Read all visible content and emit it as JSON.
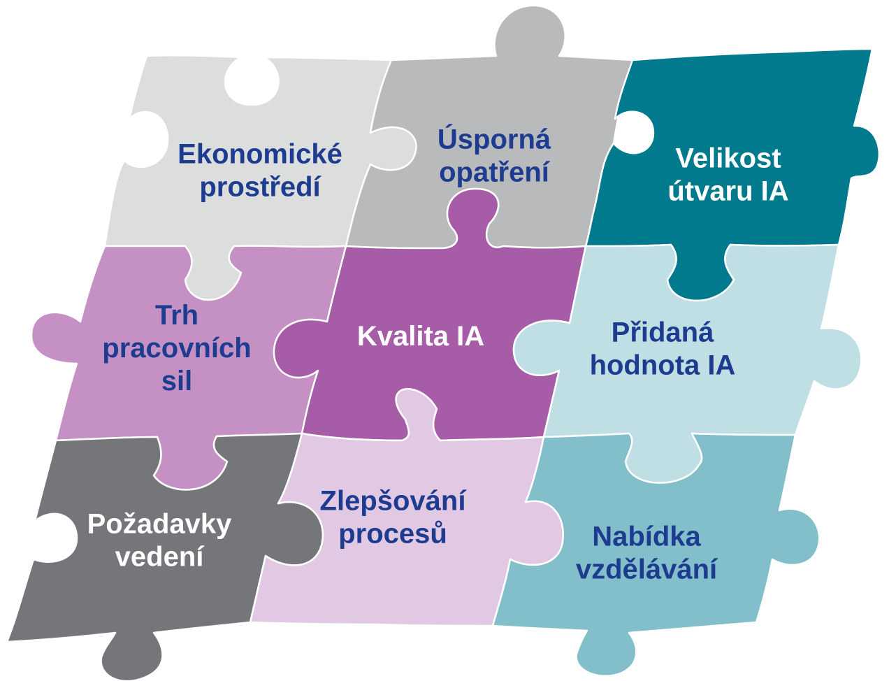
{
  "pieces": [
    {
      "id": "piece-ekonomicke-prostredi",
      "lines": [
        "Ekonomické",
        "prostředí"
      ],
      "fill": "#dcdddd",
      "text_color": "#1d3c8f"
    },
    {
      "id": "piece-usporna-opatreni",
      "lines": [
        "Úsporná",
        "opatření"
      ],
      "fill": "#b9babc",
      "text_color": "#1d3c8f"
    },
    {
      "id": "piece-velikost-utvaru-ia",
      "lines": [
        "Velikost",
        "útvaru IA"
      ],
      "fill": "#007a8c",
      "text_color": "#ffffff"
    },
    {
      "id": "piece-trh-pracovnich-sil",
      "lines": [
        "Trh",
        "pracovních",
        "sil"
      ],
      "fill": "#c591c4",
      "text_color": "#1d3c8f"
    },
    {
      "id": "piece-kvalita-ia",
      "lines": [
        "Kvalita IA"
      ],
      "fill": "#a75ca7",
      "text_color": "#ffffff"
    },
    {
      "id": "piece-pridana-hodnota-ia",
      "lines": [
        "Přidaná",
        "hodnota IA"
      ],
      "fill": "#c0dfe4",
      "text_color": "#1d3c8f"
    },
    {
      "id": "piece-pozadavky-vedeni",
      "lines": [
        "Požadavky",
        "vedení"
      ],
      "fill": "#757679",
      "text_color": "#ffffff"
    },
    {
      "id": "piece-zlepsovani-procesu",
      "lines": [
        "Zlepšování",
        "procesů"
      ],
      "fill": "#e2c9e3",
      "text_color": "#1d3c8f"
    },
    {
      "id": "piece-nabidka-vzdelavani",
      "lines": [
        "Nabídka",
        "vzdělávání"
      ],
      "fill": "#83bfcb",
      "text_color": "#1d3c8f"
    }
  ]
}
